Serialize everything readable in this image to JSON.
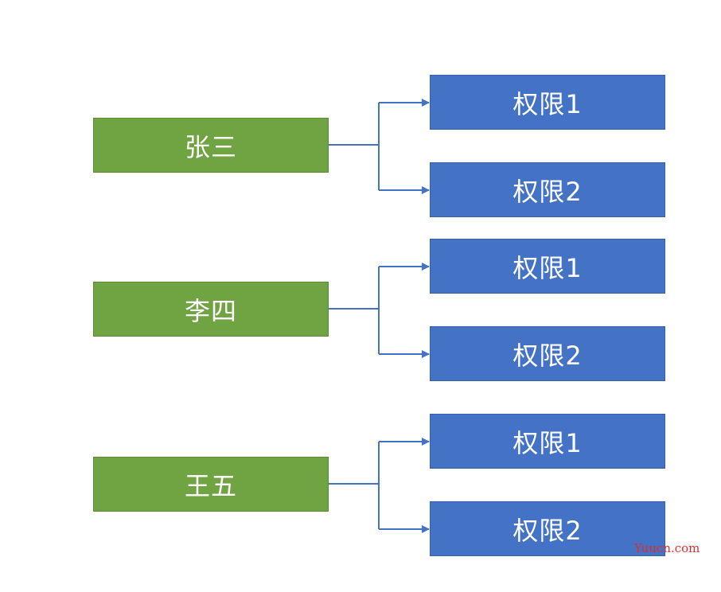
{
  "diagram": {
    "groups": [
      {
        "user": "张三",
        "permissions": [
          "权限1",
          "权限2"
        ]
      },
      {
        "user": "李四",
        "permissions": [
          "权限1",
          "权限2"
        ]
      },
      {
        "user": "王五",
        "permissions": [
          "权限1",
          "权限2"
        ]
      }
    ]
  },
  "watermark": "Yuucn.com",
  "colors": {
    "user_box": "#70a342",
    "permission_box": "#4472c4",
    "connector": "#4472c4",
    "watermark": "#d9302c"
  }
}
